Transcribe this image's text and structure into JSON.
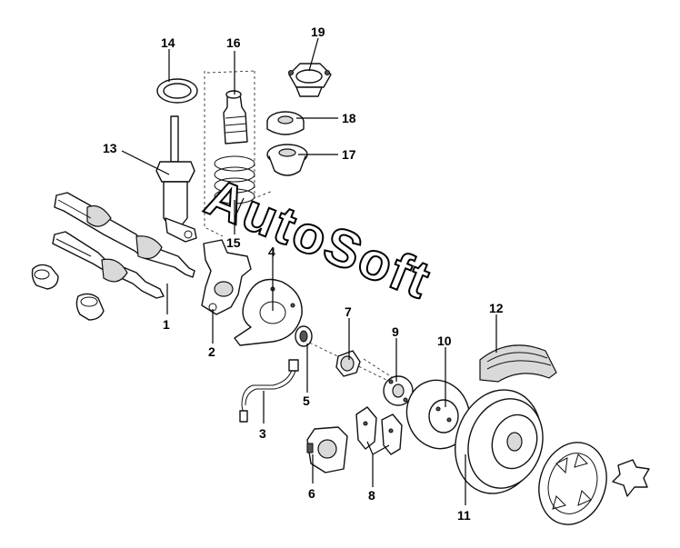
{
  "watermark": "AutoSoft",
  "callouts": [
    "1",
    "2",
    "3",
    "4",
    "5",
    "6",
    "7",
    "8",
    "9",
    "10",
    "11",
    "12",
    "13",
    "14",
    "15",
    "16",
    "17",
    "18",
    "19"
  ],
  "colors": {
    "ink": "#111111",
    "shade": "#d9d9d9",
    "dark": "#555555",
    "background": "#ffffff"
  }
}
